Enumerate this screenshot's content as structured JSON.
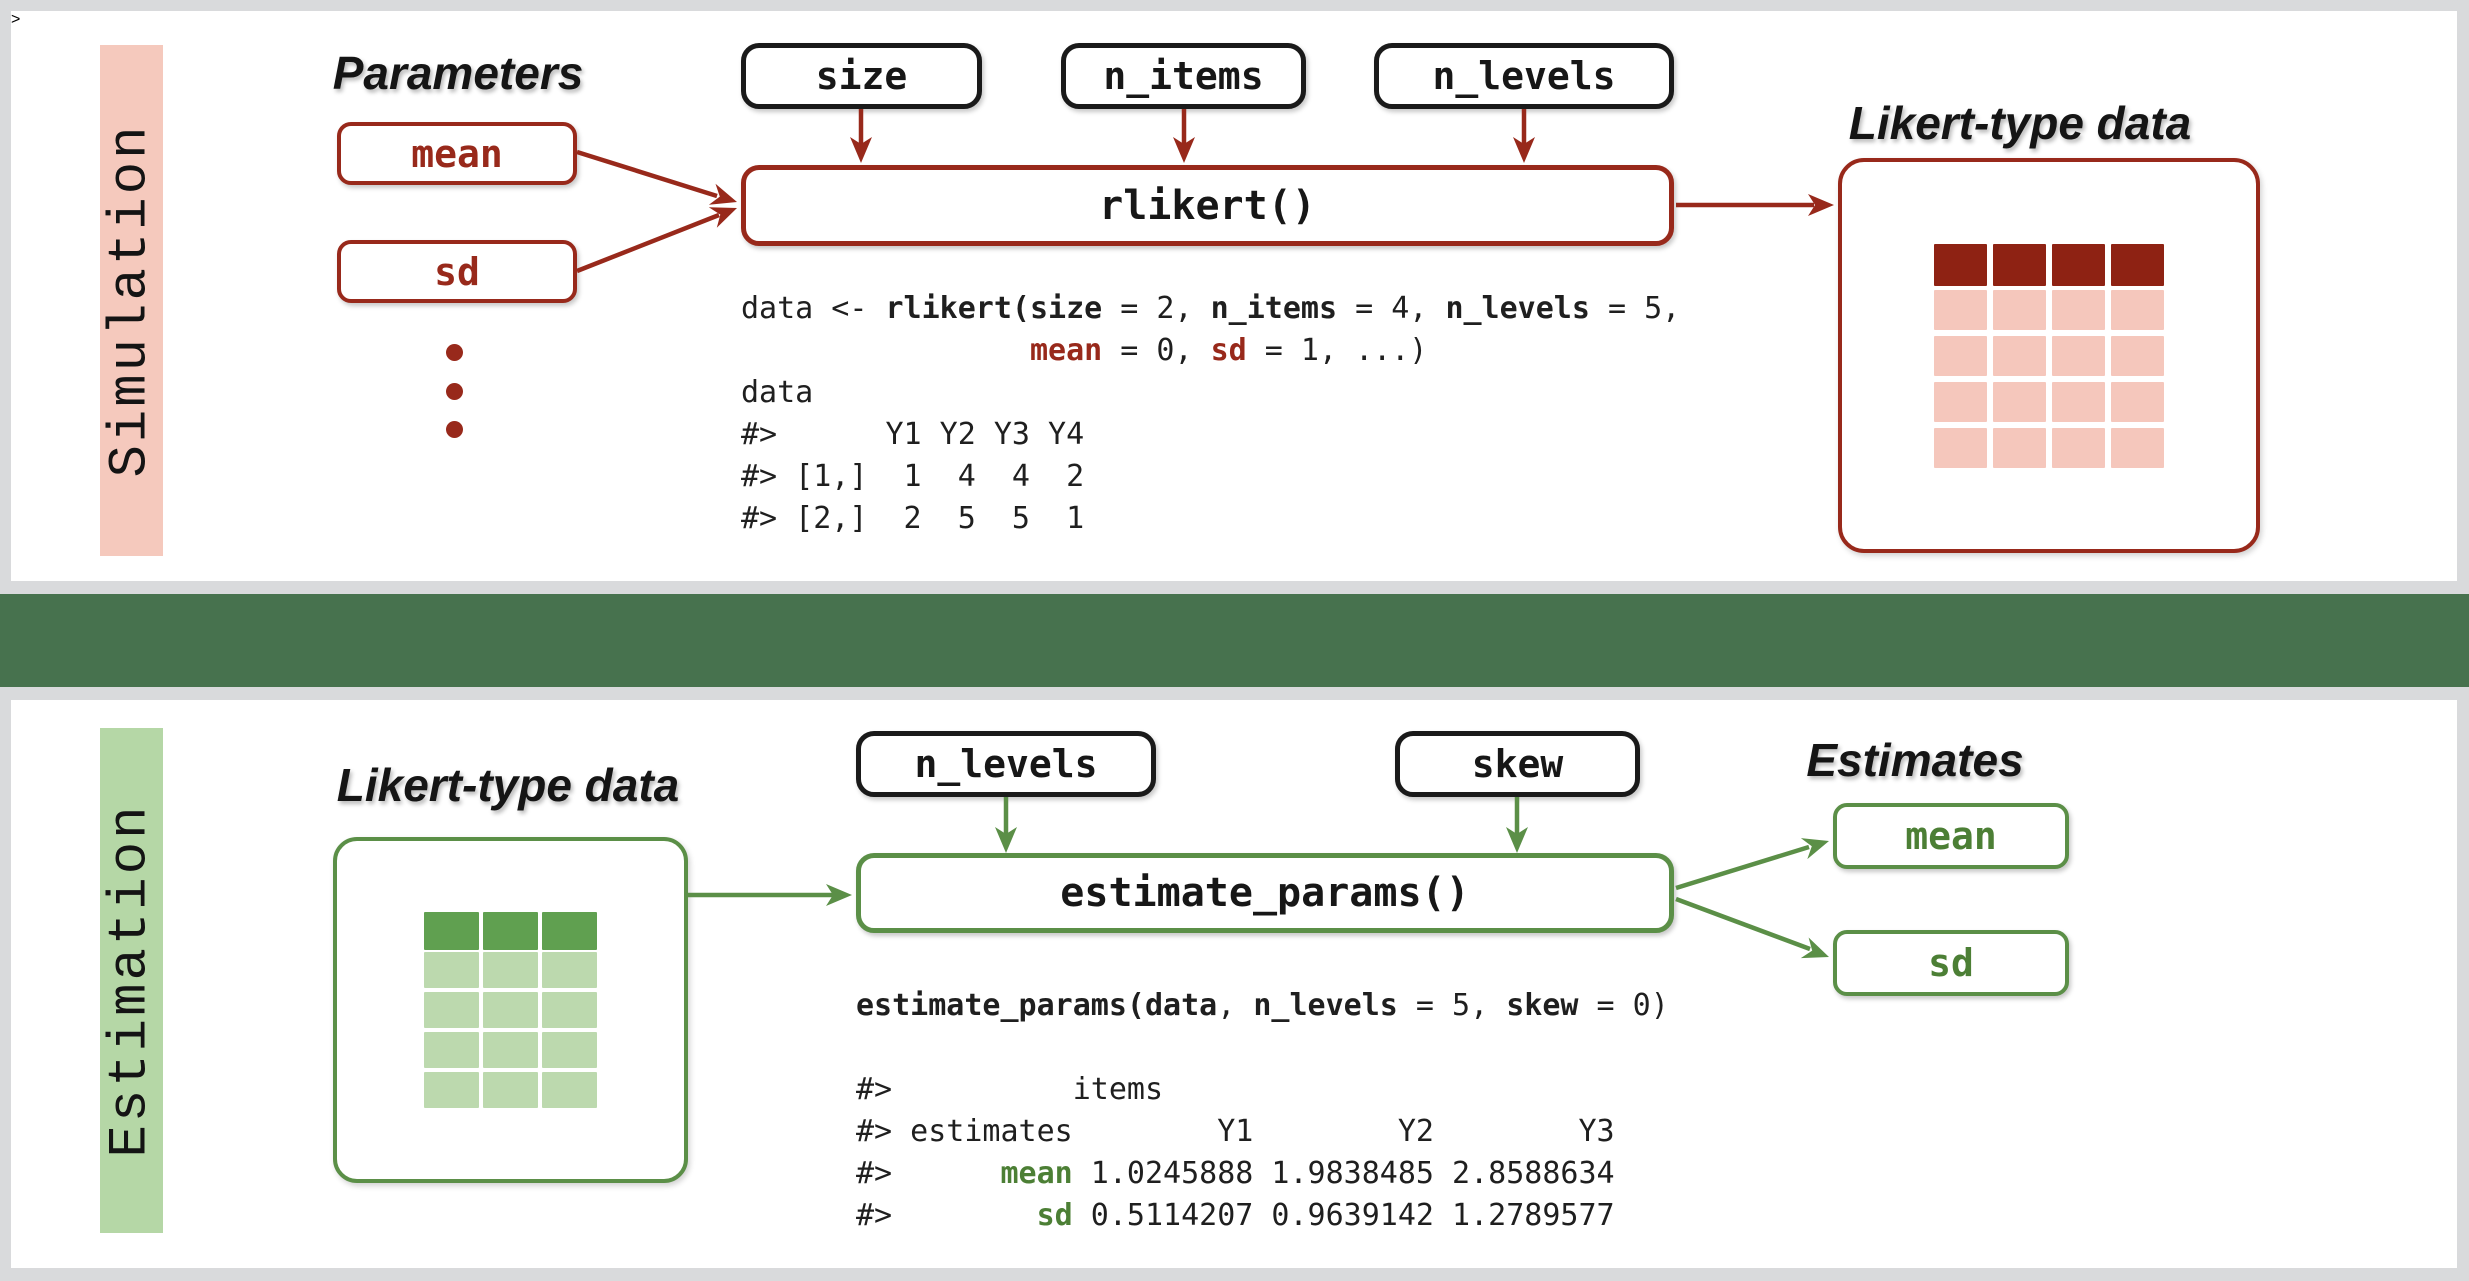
{
  "colors": {
    "background": "#d9dadc",
    "panel": "#ffffff",
    "divider_band": "#47724e",
    "red": "#98291b",
    "red_table_header": "#8e2213",
    "red_table_cell": "#f5c7bc",
    "red_sidebar": "#f5c9bd",
    "green": "#5b8f47",
    "green_text": "#4c7f35",
    "green_table_header": "#60a050",
    "green_table_cell": "#bcd9ae",
    "green_sidebar": "#b5d7a6",
    "black_border": "#1a1a1a",
    "code_text": "#1f1f1f"
  },
  "simulation": {
    "sidebar_label": "Simulation",
    "parameters_heading": "Parameters",
    "param_mean": "mean",
    "param_sd": "sd",
    "arg_boxes": [
      "size",
      "n_items",
      "n_levels"
    ],
    "function_label": "rlikert()",
    "output_heading": "Likert-type data",
    "table": {
      "columns": 4,
      "body_rows": 4
    },
    "code": [
      [
        {
          "t": "data <- "
        },
        {
          "t": "rlikert(",
          "b": true
        },
        {
          "t": "size",
          "b": true
        },
        {
          "t": " = 2, "
        },
        {
          "t": "n_items",
          "b": true
        },
        {
          "t": " = 4, "
        },
        {
          "t": "n_levels",
          "b": true
        },
        {
          "t": " = 5,"
        }
      ],
      [
        {
          "t": "                "
        },
        {
          "t": "mean",
          "b": true,
          "c": "red"
        },
        {
          "t": " = 0, "
        },
        {
          "t": "sd",
          "b": true,
          "c": "red"
        },
        {
          "t": " = 1, ...)"
        }
      ],
      [
        {
          "t": "data"
        }
      ],
      [
        {
          "t": "#>      Y1 Y2 Y3 Y4"
        }
      ],
      [
        {
          "t": "#> [1,]  1  4  4  2"
        }
      ],
      [
        {
          "t": "#> [2,]  2  5  5  1"
        }
      ]
    ]
  },
  "estimation": {
    "sidebar_label": "Estimation",
    "input_heading": "Likert-type data",
    "table": {
      "columns": 3,
      "body_rows": 4
    },
    "arg_boxes": [
      "n_levels",
      "skew"
    ],
    "function_label": "estimate_params()",
    "estimates_heading": "Estimates",
    "estimate_mean": "mean",
    "estimate_sd": "sd",
    "code": [
      [
        {
          "t": "estimate_params(",
          "b": true
        },
        {
          "t": "data",
          "b": true
        },
        {
          "t": ", "
        },
        {
          "t": "n_levels",
          "b": true
        },
        {
          "t": " = 5, "
        },
        {
          "t": "skew",
          "b": true
        },
        {
          "t": " = 0)"
        }
      ],
      [],
      [
        {
          "t": "#>          items"
        }
      ],
      [
        {
          "t": "#> estimates        Y1        Y2        Y3"
        }
      ],
      [
        {
          "t": "#>      "
        },
        {
          "t": "mean",
          "b": true,
          "c": "green"
        },
        {
          "t": " 1.0245888 1.9838485 2.8588634"
        }
      ],
      [
        {
          "t": "#>        "
        },
        {
          "t": "sd",
          "b": true,
          "c": "green"
        },
        {
          "t": " 0.5114207 0.9639142 1.2789577"
        }
      ]
    ]
  }
}
